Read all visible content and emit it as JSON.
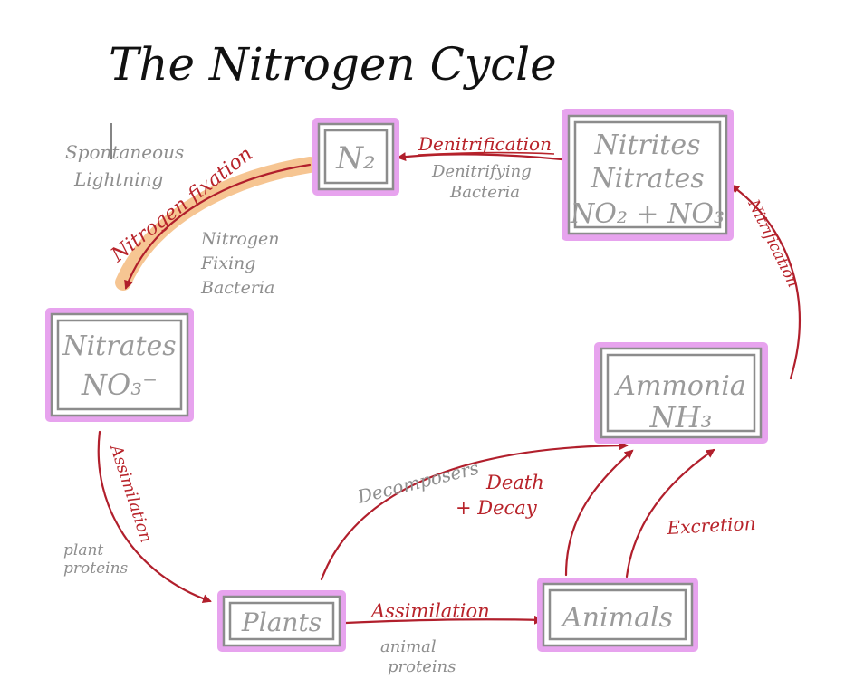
{
  "title": "The Nitrogen Cycle",
  "colors": {
    "box_highlight": "#e7a3ee",
    "arrow_red": "#b11f2c",
    "glow_orange": "#f6c592",
    "label_grey": "#8e8e8e"
  },
  "nodes": {
    "n2": {
      "label": "N₂"
    },
    "nitrites": {
      "lines": [
        "Nitrites",
        "Nitrates",
        "NO₂ + NO₃"
      ]
    },
    "nitrates": {
      "lines": [
        "Nitrates",
        "NO₃⁻"
      ]
    },
    "ammonia": {
      "lines": [
        "Ammonia",
        "NH₃"
      ]
    },
    "plants": {
      "label": "Plants"
    },
    "animals": {
      "label": "Animals"
    }
  },
  "processes": {
    "denitrification": "Denitrification",
    "nitrogen_fixation": "Nitrogen fixation",
    "assimilation_left": "Assimilation",
    "assimilation_bottom": "Assimilation",
    "nitrification": "Nitrification",
    "death_decay": [
      "Death",
      "+ Decay"
    ],
    "excretion": "Excretion"
  },
  "agents": {
    "spontaneous_lightning": [
      "Spontaneous",
      "Lightning"
    ],
    "denitrifying_bacteria": [
      "Denitrifying",
      "Bacteria"
    ],
    "nitrogen_fixing_bacteria": [
      "Nitrogen",
      "Fixing",
      "Bacteria"
    ],
    "plant_proteins": [
      "plant",
      "proteins"
    ],
    "decomposers": "Decomposers",
    "animal_proteins": [
      "animal",
      "proteins"
    ]
  }
}
